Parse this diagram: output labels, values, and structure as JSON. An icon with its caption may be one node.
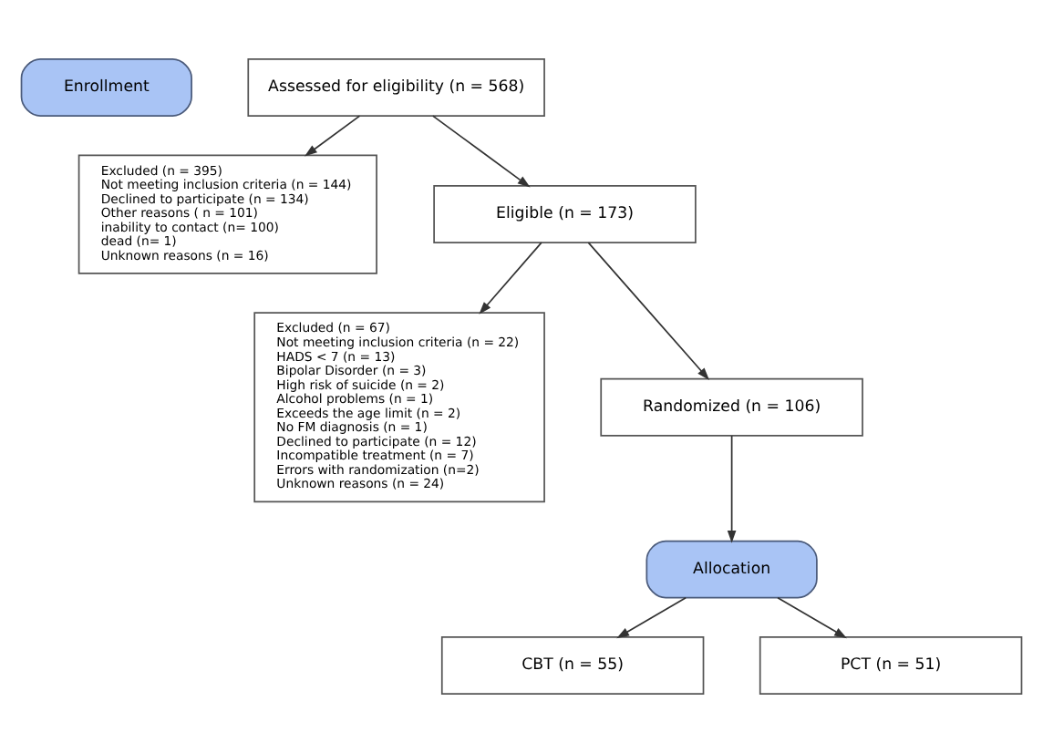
{
  "diagram": {
    "nodes": [
      {
        "text": [
          "Enrollment"
        ]
      },
      {
        "text": [
          "Assessed for eligibility (n = 568)"
        ]
      },
      {
        "text": [
          "Excluded (n = 395)",
          "Not meeting inclusion criteria (n = 144)",
          "Declined to participate (n = 134)",
          "Other reasons ( n = 101)",
          "inability to contact (n= 100)",
          "dead (n= 1)",
          "Unknown reasons (n = 16)"
        ]
      },
      {
        "text": [
          "Eligible (n = 173)"
        ]
      },
      {
        "text": [
          "Excluded (n = 67)",
          "Not meeting inclusion criteria (n = 22)",
          "HADS < 7 (n = 13)",
          "Bipolar Disorder (n = 3)",
          "High risk of suicide (n = 2)",
          "Alcohol problems (n = 1)",
          "Exceeds the age limit (n = 2)",
          "No FM diagnosis (n = 1)",
          "Declined to participate (n = 12)",
          "Incompatible treatment (n = 7)",
          "Errors with randomization (n=2)",
          "Unknown reasons (n = 24)"
        ]
      },
      {
        "text": [
          "Randomized (n = 106)"
        ]
      },
      {
        "text": [
          "Allocation"
        ]
      },
      {
        "text": [
          "CBT (n = 55)"
        ]
      },
      {
        "text": [
          "PCT (n = 51)"
        ]
      }
    ],
    "edges": [
      {
        "from": 1,
        "to": 3,
        "arrow": "to"
      },
      {
        "from": 1,
        "to": 2,
        "arrow": "to"
      },
      {
        "from": 3,
        "to": 5,
        "arrow": "to"
      },
      {
        "from": 3,
        "to": 4,
        "arrow": "to"
      },
      {
        "from": 5,
        "to": 6,
        "arrow": "to"
      },
      {
        "from": 6,
        "to": 7,
        "arrow": "to"
      },
      {
        "from": 6,
        "to": 8,
        "arrow": "to"
      }
    ]
  }
}
